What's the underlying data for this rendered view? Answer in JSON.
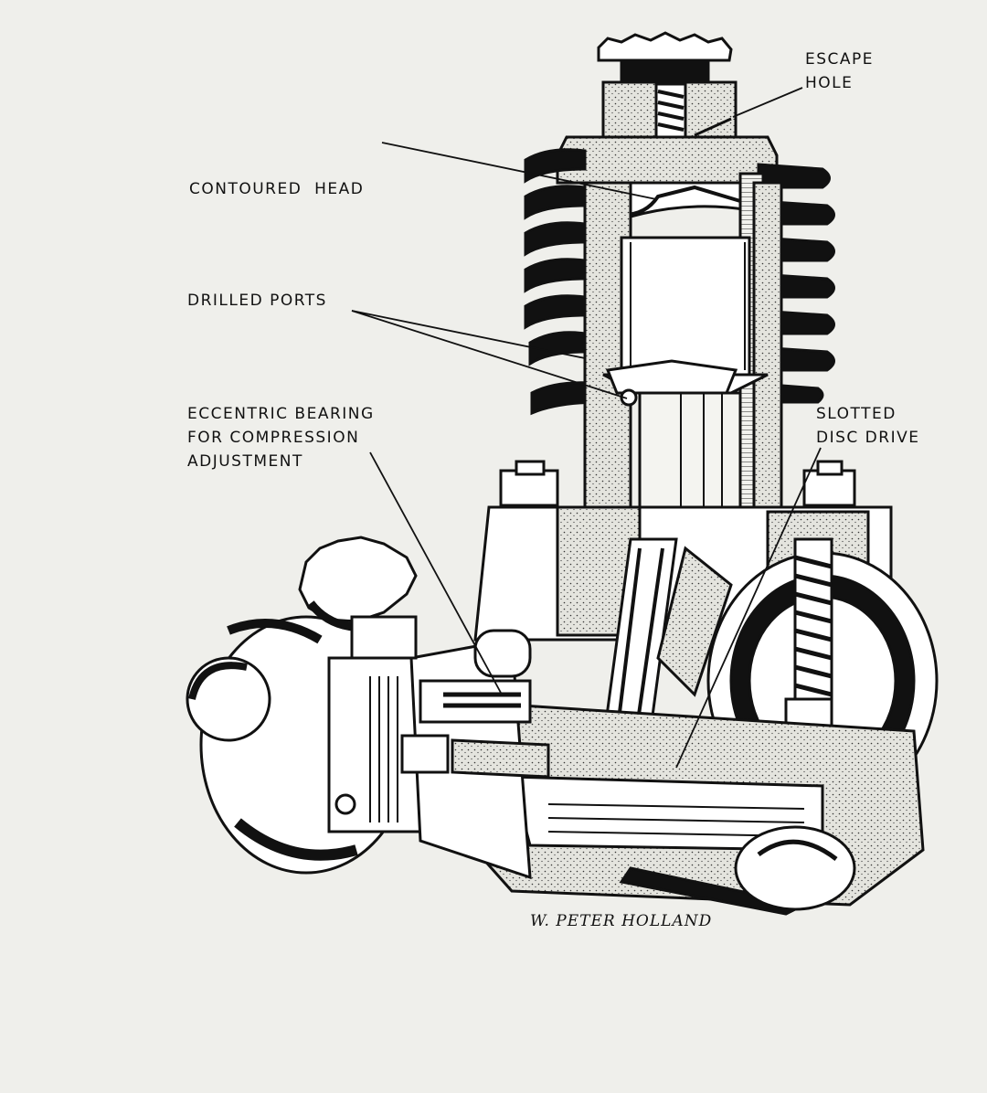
{
  "labels": {
    "escape_hole": [
      "ESCAPE",
      "HOLE"
    ],
    "contoured_head": "CONTOURED  HEAD",
    "drilled_ports": "DRILLED PORTS",
    "eccentric_bearing": [
      "ECCENTRIC BEARING",
      "FOR COMPRESSION",
      "ADJUSTMENT"
    ],
    "slotted_disc_drive": [
      "SLOTTED",
      "DISC DRIVE"
    ]
  },
  "signature": "W. PETER HOLLAND",
  "colors": {
    "paper": "#efefeb",
    "ink": "#111111",
    "stipple": "#d9d9d2"
  }
}
